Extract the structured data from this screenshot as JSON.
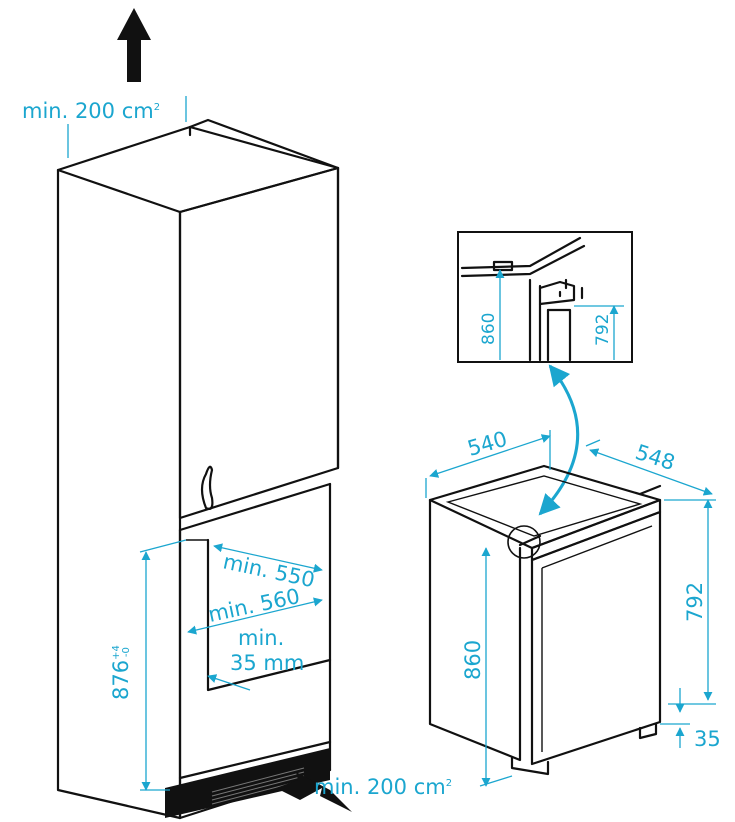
{
  "colors": {
    "dimension": "#1ba6cf",
    "ink": "#111111",
    "background": "#ffffff"
  },
  "labels": {
    "vent_top": "min. 200 cm",
    "vent_top_sup": "2",
    "vent_bottom": "min. 200 cm",
    "vent_bottom_sup": "2",
    "depth_550": "min. 550",
    "width_560": "min. 560",
    "gap_min": "min.",
    "gap_35mm": "35 mm",
    "niche_height": "876",
    "niche_tol_plus": "+4",
    "niche_tol_minus": "-0",
    "fridge_width": "540",
    "fridge_depth": "548",
    "fridge_height_860": "860",
    "fridge_height_792": "792",
    "fridge_base_35": "35",
    "detail_860": "860",
    "detail_792": "792"
  }
}
